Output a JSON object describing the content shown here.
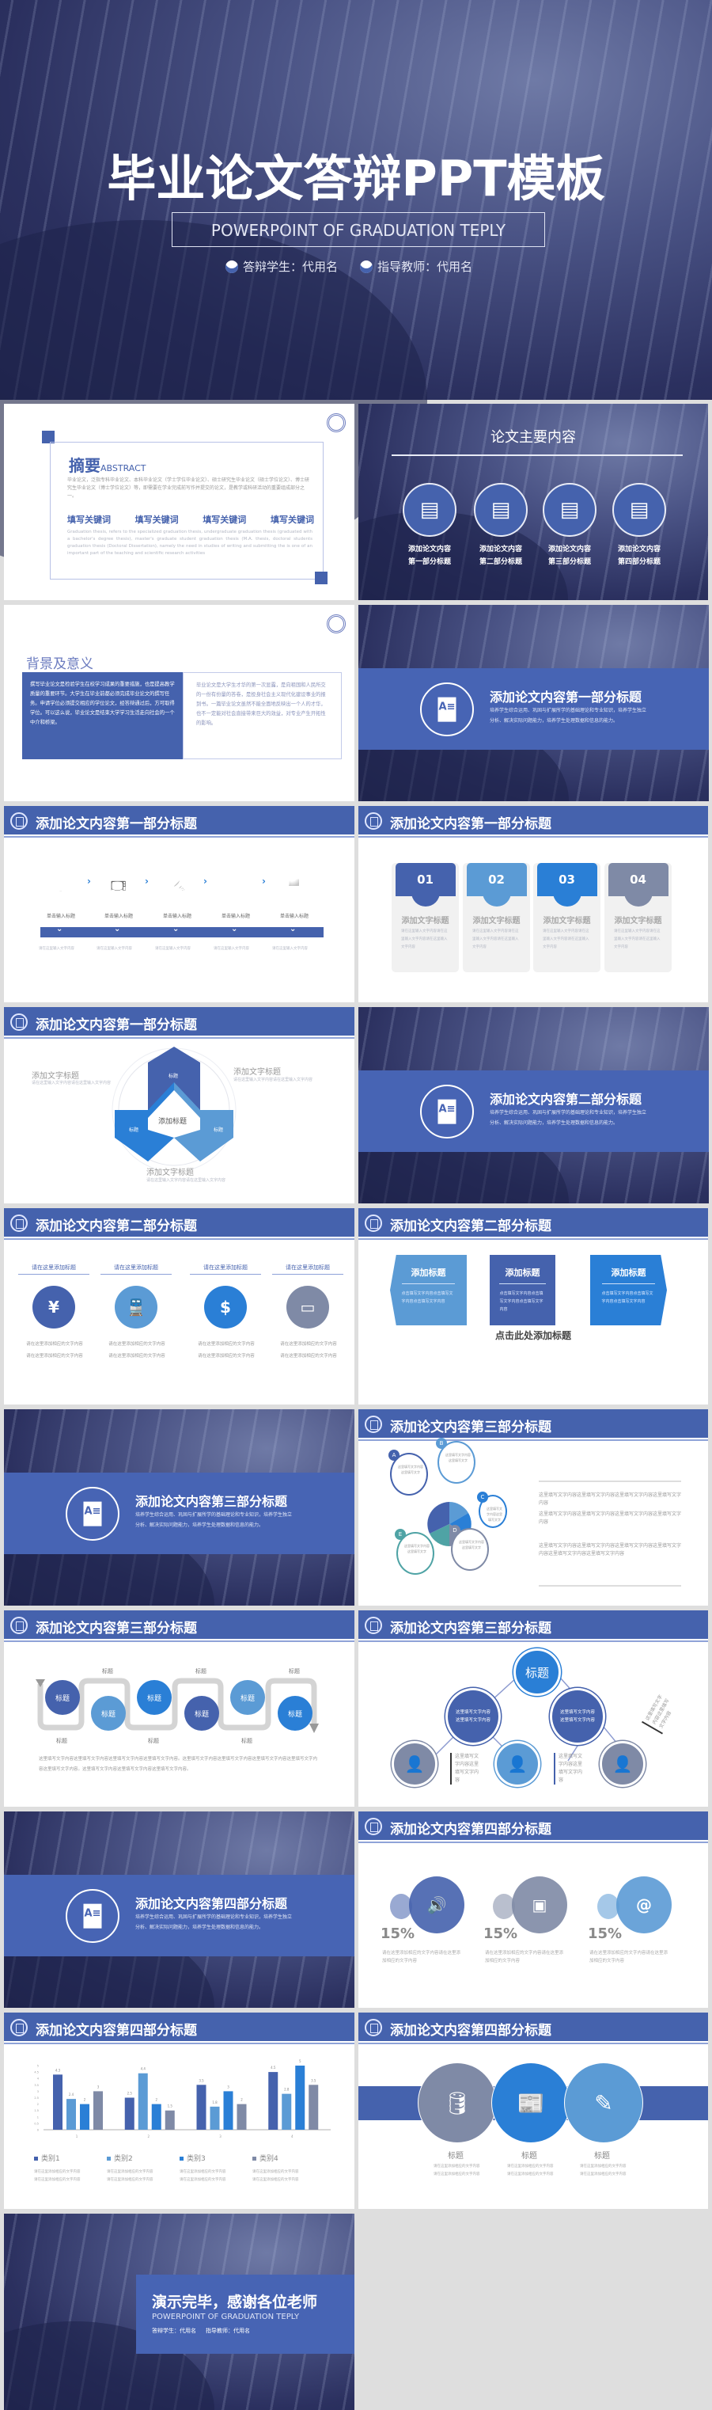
{
  "colors": {
    "navy": "#262b5a",
    "blue": "#4562ad",
    "light_blue": "#5b9bd5",
    "bright_blue": "#2a7fd6",
    "gray_blue": "#7f8aa6"
  },
  "hero": {
    "title": "毕业论文答辩PPT模板",
    "subtitle": "POWERPOINT OF GRADUATION TEPLY",
    "student": "答辩学生：代用名",
    "teacher": "指导教师：代用名"
  },
  "abstract": {
    "title": "摘要",
    "title_en": "ABSTRACT",
    "body": "毕业论文，泛指专科毕业论文、本科毕业论文（学士学位毕业论文）、硕士研究生毕业论文（硕士学位论文）、博士研究生毕业论文（博士学位论文）等，即需要在学业完成前写作并提交的论文，是教学或科研活动的重要组成部分之一。",
    "keywords": [
      "填写关键词",
      "填写关键词",
      "填写关键词",
      "填写关键词"
    ],
    "body_en": "Graduation thesis, refers to the specialized graduation thesis, undergraduate graduation thesis (graduated with a bachelor's degree thesis), master's graduate student graduation thesis (M.A. thesis, doctoral students graduation thesis (Doctoral Dissertation), namely the need in studies of writing and submitting the is one of an important part of the teaching and scientific research activities"
  },
  "contents": {
    "title": "论文主要内容",
    "items": [
      {
        "l1": "添加论文内容",
        "l2": "第一部分标题",
        "icon": "document-icon"
      },
      {
        "l1": "添加论文内容",
        "l2": "第二部分标题",
        "icon": "notebook-pen-icon"
      },
      {
        "l1": "添加论文内容",
        "l2": "第三部分标题",
        "icon": "checklist-icon"
      },
      {
        "l1": "添加论文内容",
        "l2": "第四部分标题",
        "icon": "book-icon"
      }
    ]
  },
  "background": {
    "title": "背景及意义",
    "left": "撰写毕业论文是检验学生在校学习成果的重要措施，也是提高教学质量的重要环节。大学生在毕业前都必须完成毕业论文的撰写任务。申请学位必须提交相应的学位论文，经答辩通过后，方可取得学位。可以这么说，毕业论文是结束大学学习生活走向社会的一个中介和桥梁。",
    "right": "毕业论文是大学生才华的第一次显露，是向祖国和人民所交的一份有份量的答卷，是投身社会主义现代化建设事业的报到书。一篇毕业论文虽然不能全面地反映出一个人的才华，也不一定能对社会直接带来巨大的效益，对专业产生开拓性的影响。"
  },
  "section_desc": "培养学生综合运用、巩固与扩展所学的基础理论和专业知识，培养学生独立分析、解决实际问题能力，培养学生处理数据和信息的能力。",
  "sections": [
    "添加论文内容第一部分标题",
    "添加论文内容第二部分标题",
    "添加论文内容第三部分标题",
    "添加论文内容第四部分标题"
  ],
  "process": {
    "items": [
      {
        "label": "单击输入标题",
        "icon": "lightbulb-icon"
      },
      {
        "label": "单击输入标题",
        "icon": "tv-icon"
      },
      {
        "label": "单击输入标题",
        "icon": "plug-icon"
      },
      {
        "label": "单击输入标题",
        "icon": "leaf-icon"
      },
      {
        "label": "单击输入标题",
        "icon": "laptop-icon"
      }
    ],
    "placeholder": "请在这里输入文字内容"
  },
  "cards": {
    "items": [
      {
        "num": "01",
        "title": "添加文字标题"
      },
      {
        "num": "02",
        "title": "添加文字标题"
      },
      {
        "num": "03",
        "title": "添加文字标题"
      },
      {
        "num": "04",
        "title": "添加文字标题"
      }
    ],
    "placeholder": "请在这里输入文字内容请在这里输入文字内容请在这里输入文字内容"
  },
  "hexagon": {
    "center": "添加标题",
    "petal": "标题",
    "labels": [
      "添加文字标题",
      "添加文字标题",
      "添加文字标题"
    ],
    "placeholder": "请在这里输入文字内容请在这里输入文字内容"
  },
  "four_icons": {
    "items": [
      {
        "title": "请在这里添加标题",
        "icon": "money-bag-icon"
      },
      {
        "title": "请在这里添加标题",
        "icon": "train-icon"
      },
      {
        "title": "请在这里添加标题",
        "icon": "briefcase-dollar-icon"
      },
      {
        "title": "请在这里添加标题",
        "icon": "credit-card-icon"
      }
    ],
    "body": "请在这里添加相应的文字内容请在这里添加相应的文字内容"
  },
  "arrow_boxes": {
    "items": [
      "添加标题",
      "添加标题",
      "添加标题"
    ],
    "body": "点击填写文字内容点击填写文字内容点击填写文字内容",
    "footer": "点击此处添加标题"
  },
  "radial": {
    "letters": [
      "A",
      "B",
      "C",
      "D",
      "E"
    ],
    "bubble": "这里填写文字内容这里填写文字",
    "paras": [
      "这里填写文字内容这里填写文字内容这里填写文字内容这里填写文字内容",
      "这里填写文字内容这里填写文字内容这里填写文字内容这里填写文字内容",
      "这里填写文字内容这里填写文字内容这里填写文字内容这里填写文字内容这里填写文字内容这里填写文字内容"
    ]
  },
  "snake": {
    "node": "标题",
    "label": "标题",
    "body": "这里填写文字内容这里填写文字内容这里填写文字内容这里填写文字内容。这里填写文字内容这里填写文字内容这里填写文字内容这里填写文字内容这里填写文字内容。这里填写文字内容这里填写文字内容这里填写文字内容。"
  },
  "tree": {
    "top": "标题",
    "mid": "这里填写文字内容这里填写文字内容",
    "side": "这里填写文字内容这里填写文字内容"
  },
  "percent": {
    "items": [
      {
        "value": "15%",
        "icon": "speaker-icon"
      },
      {
        "value": "15%",
        "icon": "contact-book-icon"
      },
      {
        "value": "15%",
        "icon": "at-sign-icon"
      }
    ],
    "body": "请在这里添加相应的文字内容请在这里添加相应的文字内容"
  },
  "chart_data": {
    "type": "bar",
    "categories": [
      "1",
      "2",
      "3",
      "4"
    ],
    "series": [
      {
        "name": "类别1",
        "values": [
          4.3,
          2.5,
          3.5,
          4.5
        ]
      },
      {
        "name": "类别2",
        "values": [
          2.4,
          4.4,
          1.8,
          2.8
        ]
      },
      {
        "name": "类别3",
        "values": [
          2,
          2,
          3,
          5
        ]
      },
      {
        "name": "类别4",
        "values": [
          3,
          1.5,
          2,
          3.5
        ]
      }
    ],
    "ylim": [
      0,
      5
    ],
    "yticks": [
      "0",
      "0.5",
      "1",
      "1.5",
      "2",
      "2.5",
      "3",
      "3.5",
      "4",
      "4.5",
      "5"
    ],
    "colors": [
      "#4562ad",
      "#5b9bd5",
      "#2a7fd6",
      "#7f8aa6"
    ],
    "legend": "bottom",
    "grid": false,
    "legend_body": "请在这里添加相应的文字内容请在这里添加相应的文字内容"
  },
  "three_circles": {
    "items": [
      {
        "title": "标题",
        "icon": "database-icon"
      },
      {
        "title": "标题",
        "icon": "newspaper-icon"
      },
      {
        "title": "标题",
        "icon": "pencil-icon"
      }
    ],
    "body": "请在这里添加相应的文字内容请在这里添加相应的文字内容"
  },
  "ending": {
    "title": "演示完毕，感谢各位老师",
    "subtitle": "POWERPOINT OF GRADUATION TEPLY",
    "student": "答辩学生：代用名",
    "teacher": "指导教师：代用名"
  }
}
